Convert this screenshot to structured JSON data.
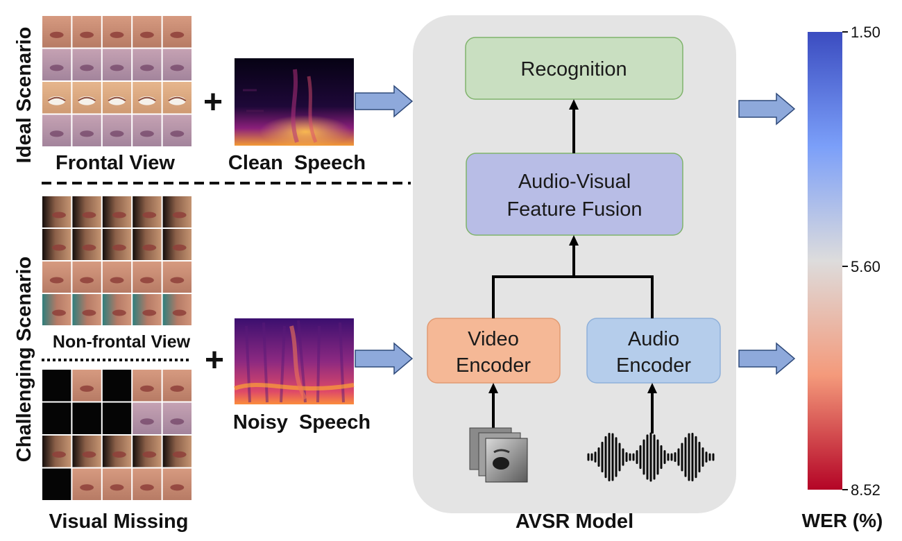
{
  "scenarios": {
    "ideal_label": "Ideal Scenario",
    "challenging_label": "Challenging Scenario"
  },
  "inputs": {
    "frontal_view": "Frontal View",
    "clean_speech": "Clean  Speech",
    "non_frontal_view": "Non-frontal View",
    "visual_missing": "Visual Missing",
    "noisy_speech": "Noisy  Speech",
    "plus": "+"
  },
  "model": {
    "title": "AVSR Model",
    "recognition": "Recognition",
    "fusion_line1": "Audio-Visual",
    "fusion_line2": "Feature Fusion",
    "video_line1": "Video",
    "video_line2": "Encoder",
    "audio_line1": "Audio",
    "audio_line2": "Encoder"
  },
  "colorbar": {
    "label": "WER (%)",
    "ticks": [
      "1.50",
      "5.60",
      "8.52"
    ],
    "tick_values": [
      1.5,
      5.6,
      8.52
    ],
    "range": [
      1.5,
      8.52
    ],
    "colormap": "coolwarm (blue = low WER, red = high WER)"
  },
  "colors": {
    "recognition_fill": "#c9dfc1",
    "fusion_fill": "#b8bde6",
    "video_fill": "#f5b896",
    "audio_fill": "#b5cdeb",
    "model_panel": "#e4e4e4",
    "arrow_fill": "#8ea9db",
    "colorbar_top": "#3b4cc0",
    "colorbar_mid": "#dddcdc",
    "colorbar_bottom": "#b40426"
  }
}
